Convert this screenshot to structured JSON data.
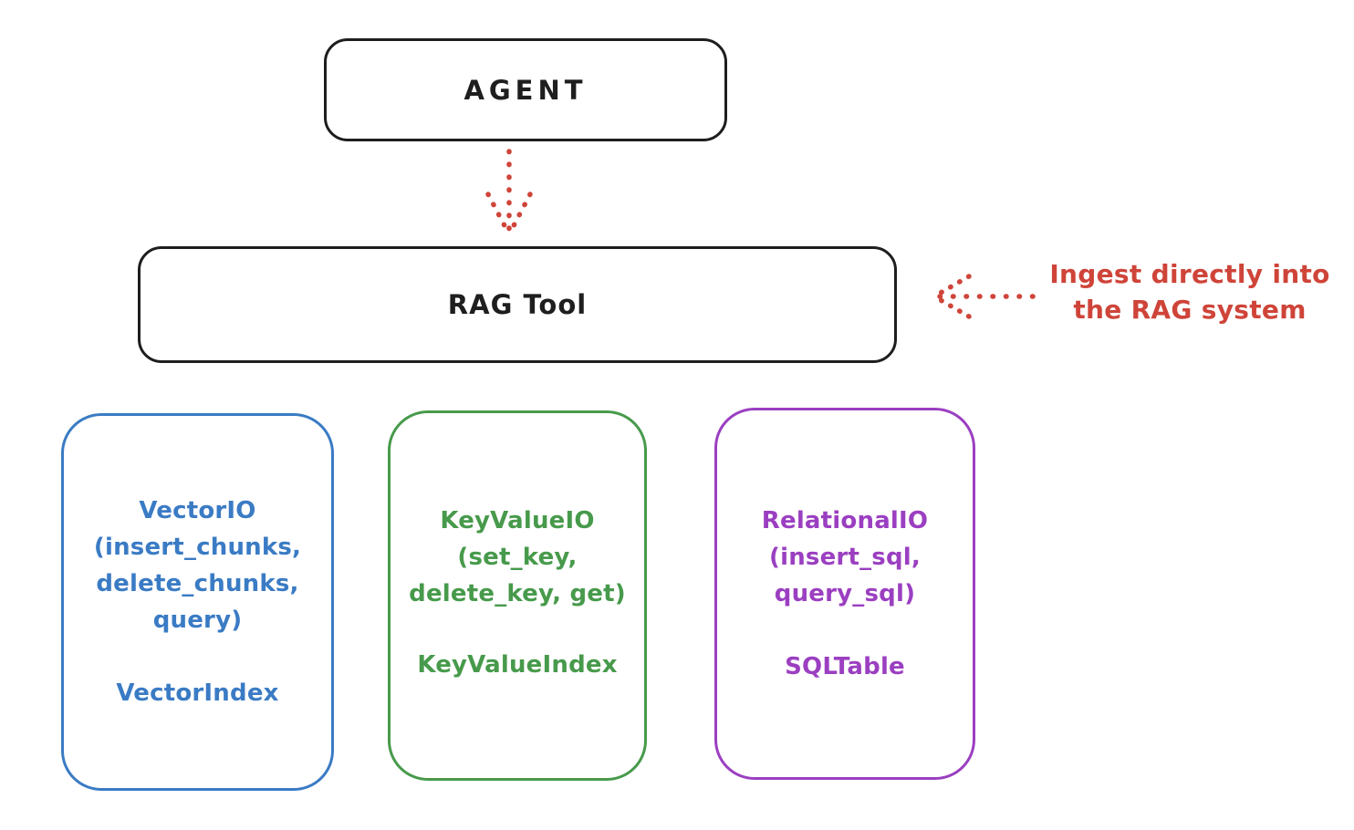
{
  "diagram": {
    "agent_box": {
      "label": "AGENT"
    },
    "rag_tool_box": {
      "label": "RAG Tool"
    },
    "annotation": {
      "line1": "Ingest directly into",
      "line2": "the RAG system"
    },
    "backends": [
      {
        "name": "vector-io",
        "lines": [
          "VectorIO",
          "(insert_chunks,",
          "delete_chunks,",
          "query)"
        ],
        "index": "VectorIndex",
        "color": "#3a7bc4"
      },
      {
        "name": "key-value-io",
        "lines": [
          "KeyValueIO",
          "(set_key,",
          "delete_key, get)"
        ],
        "index": "KeyValueIndex",
        "color": "#479a4b"
      },
      {
        "name": "relational-io",
        "lines": [
          "RelationalIO",
          "(insert_sql,",
          "query_sql)"
        ],
        "index": "SQLTable",
        "color": "#9b3fc1"
      }
    ],
    "colors": {
      "stroke": "#1e1e1e",
      "arrow": "#cf4439",
      "background": "#ffffff"
    }
  }
}
